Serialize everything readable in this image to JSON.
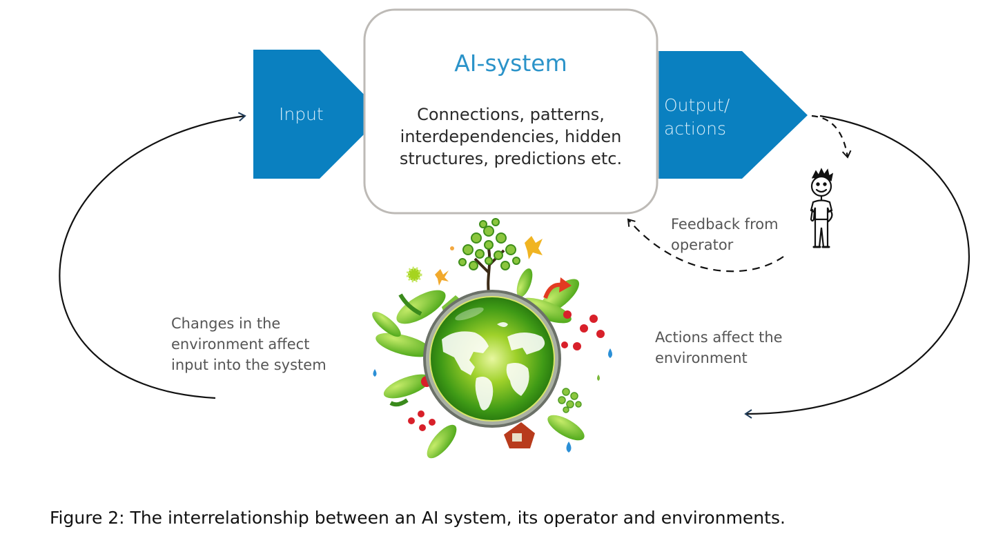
{
  "colors": {
    "arrow_fill": "#0a80c0",
    "box_border": "#bdbab6",
    "box_title": "#2b93c9",
    "line": "#111111",
    "arrowhead": "#1f3c5a"
  },
  "input_shape": {
    "label": "Input"
  },
  "ai_system_box": {
    "title": "AI-system",
    "body_lines": [
      "Connections, patterns,",
      "interdependencies, hidden",
      "structures, predictions etc."
    ]
  },
  "output_shape": {
    "label_lines": [
      "Output/",
      "actions"
    ]
  },
  "operator": {
    "icon": "stick-figure-person-icon"
  },
  "feedback_label": {
    "lines": [
      "Feedback from",
      "operator"
    ]
  },
  "environment": {
    "icon": "green-earth-globe-with-nature-icon"
  },
  "left_loop_label": {
    "lines": [
      "Changes in the",
      "environment affect",
      "input into the system"
    ]
  },
  "right_loop_label": {
    "lines": [
      "Actions affect the",
      "environment"
    ]
  },
  "caption": "Figure 2: The interrelationship between an AI system, its operator and environments."
}
